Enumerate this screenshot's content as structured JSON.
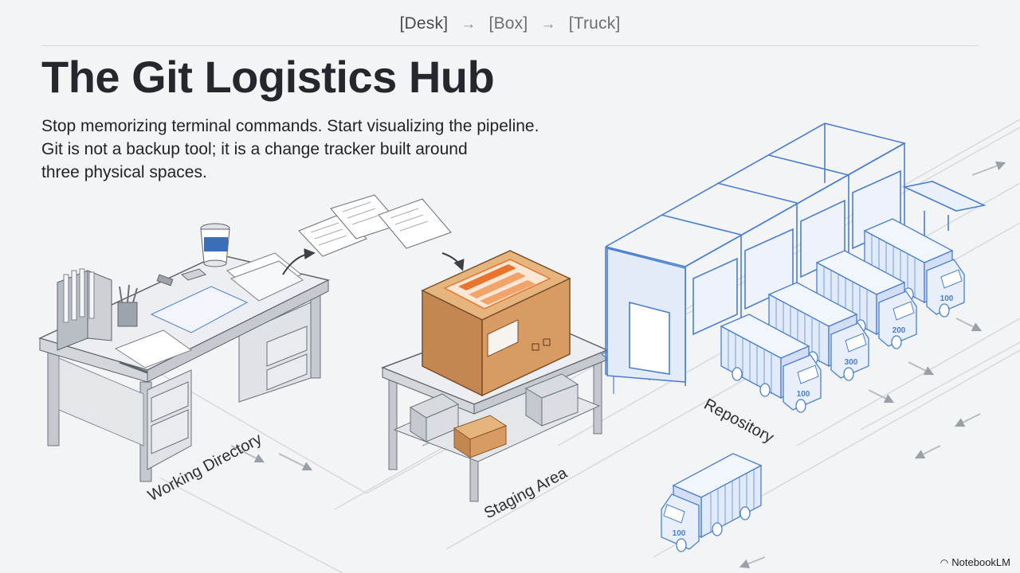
{
  "breadcrumb": [
    "[Desk]",
    "[Box]",
    "[Truck]"
  ],
  "breadcrumb_separator": "→",
  "title": "The Git Logistics Hub",
  "subtitle_lines": [
    "Stop memorizing terminal commands. Start visualizing the pipeline.",
    "Git is not a backup tool; it is a change tracker built around",
    "three physical spaces."
  ],
  "labels": {
    "working_directory": "Working Directory",
    "staging_area": "Staging Area",
    "repository": "Repository"
  },
  "truck_numbers": [
    "100",
    "200",
    "300",
    "100",
    "100"
  ],
  "brand": "NotebookLM",
  "colors": {
    "box": "#d8a06a",
    "box_label": "#e8742e",
    "blueprint": "#4a7fd0",
    "cup_band": "#3a6fb8"
  }
}
